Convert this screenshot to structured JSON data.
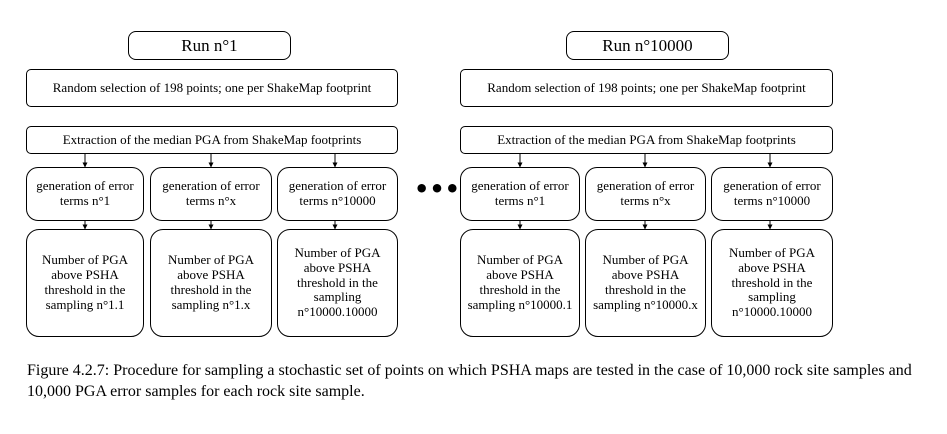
{
  "left": {
    "run_label": "Run n°1",
    "selection": "Random selection of 198 points; one per ShakeMap footprint",
    "extraction": "Extraction of the median PGA from ShakeMap footprints",
    "gen": [
      "generation of error terms n°1",
      "generation of error terms n°x",
      "generation of error terms n°10000"
    ],
    "num": [
      "Number of PGA above PSHA threshold in the sampling n°1.1",
      "Number of PGA above PSHA threshold in the sampling n°1.x",
      "Number of PGA above PSHA threshold in the sampling n°10000.10000"
    ]
  },
  "right": {
    "run_label": "Run n°10000",
    "selection": "Random selection of 198 points; one per ShakeMap footprint",
    "extraction": "Extraction of the median PGA from ShakeMap footprints",
    "gen": [
      "generation of error terms n°1",
      "generation of error terms n°x",
      "generation of error terms n°10000"
    ],
    "num": [
      "Number of PGA above PSHA threshold in the sampling n°10000.1",
      "Number of PGA above PSHA threshold in the sampling n°10000.x",
      "Number of PGA above PSHA threshold in the sampling n°10000.10000"
    ]
  },
  "ellipsis": "•••",
  "caption": "Figure 4.2.7: Procedure for sampling a stochastic set of points on which PSHA maps are tested in the case of 10,000 rock site samples and 10,000 PGA error samples for each rock site sample."
}
